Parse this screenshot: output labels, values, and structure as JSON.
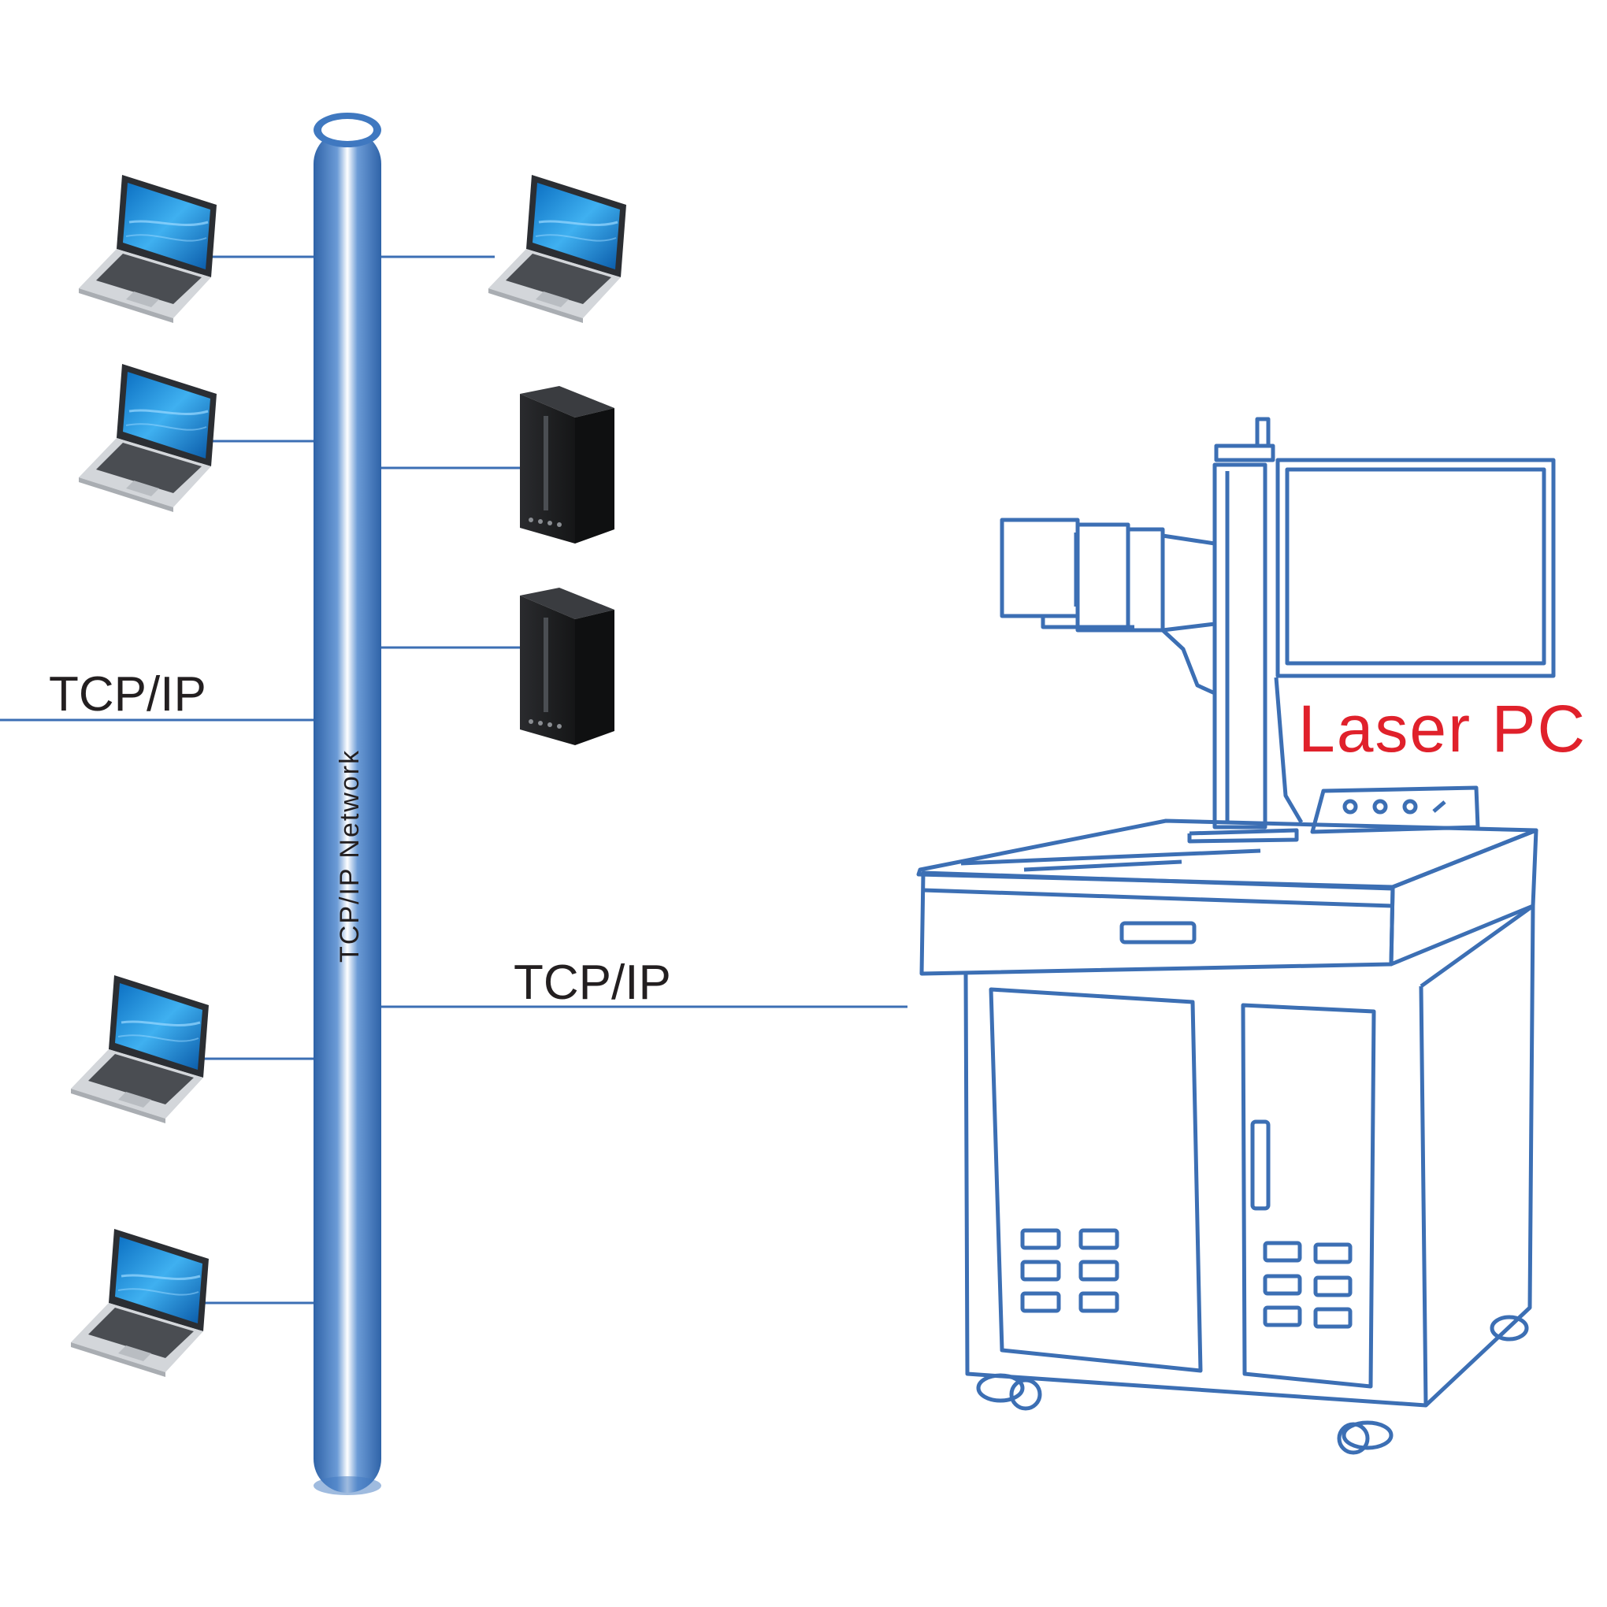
{
  "labels": {
    "left_tcpip": "TCP/IP",
    "middle_tcpip": "TCP/IP",
    "pipe_label": "TCP/IP  Network",
    "laser_pc": "Laser PC"
  },
  "colors": {
    "line": "#3c6fb4",
    "pipe": "#3f78c0",
    "pipe_highlight": "#ffffff",
    "machine": "#3c6fb4",
    "laser_label": "#e0212b",
    "text": "#231f20",
    "laptop_screen": "#1d8fd8",
    "laptop_body": "#cfd2d6",
    "tower": "#1e1f21"
  },
  "icons": {
    "laptop": "laptop-icon",
    "tower": "desktop-tower-icon",
    "machine": "laser-marking-machine-icon"
  }
}
